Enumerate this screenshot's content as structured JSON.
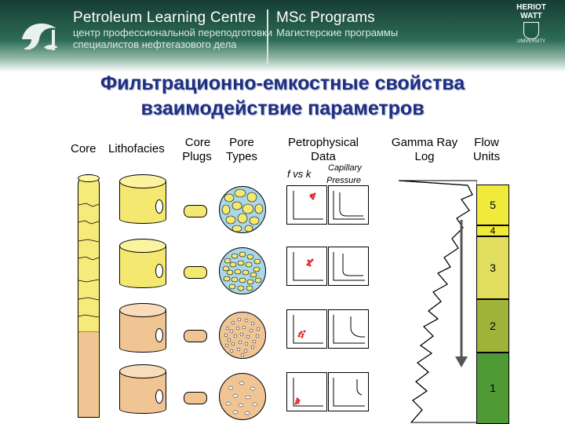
{
  "header": {
    "brand_title": "Petroleum Learning Centre",
    "brand_sub1": "центр профессиональной переподготовки",
    "brand_sub2": "специалистов нефтегазового дела",
    "program_title": "MSc Programs",
    "program_sub": "Магистерские программы",
    "logo_line1": "HERIOT",
    "logo_line2": "WATT",
    "logo_line3": "UNIVERSITY"
  },
  "title": {
    "line1": "Фильтрационно-емкостные свойства",
    "line2": "взаимодействие параметров"
  },
  "columns": {
    "core": "Core",
    "lithofacies": "Lithofacies",
    "core_plugs_1": "Core",
    "core_plugs_2": "Plugs",
    "pore_1": "Pore",
    "pore_2": "Types",
    "petro_1": "Petrophysical",
    "petro_2": "Data",
    "gamma_1": "Gamma Ray",
    "gamma_2": "Log",
    "flow_1": "Flow",
    "flow_2": "Units"
  },
  "petro_labels": {
    "phi_k": "f vs k",
    "capillary_1": "Capillary",
    "capillary_2": "Pressure"
  },
  "flow_units": [
    {
      "label": "5",
      "color": "#f0ea3a"
    },
    {
      "label": "4",
      "color": "#f0ea3a"
    },
    {
      "label": "3",
      "color": "#e2df60"
    },
    {
      "label": "2",
      "color": "#9fb33b"
    },
    {
      "label": "1",
      "color": "#4f9a35"
    }
  ],
  "colors": {
    "sand_yellow": "#f5e871",
    "sand_tan": "#f1c493",
    "pore_blue": "#a8d8ea",
    "title_blue": "#1e2f80"
  }
}
